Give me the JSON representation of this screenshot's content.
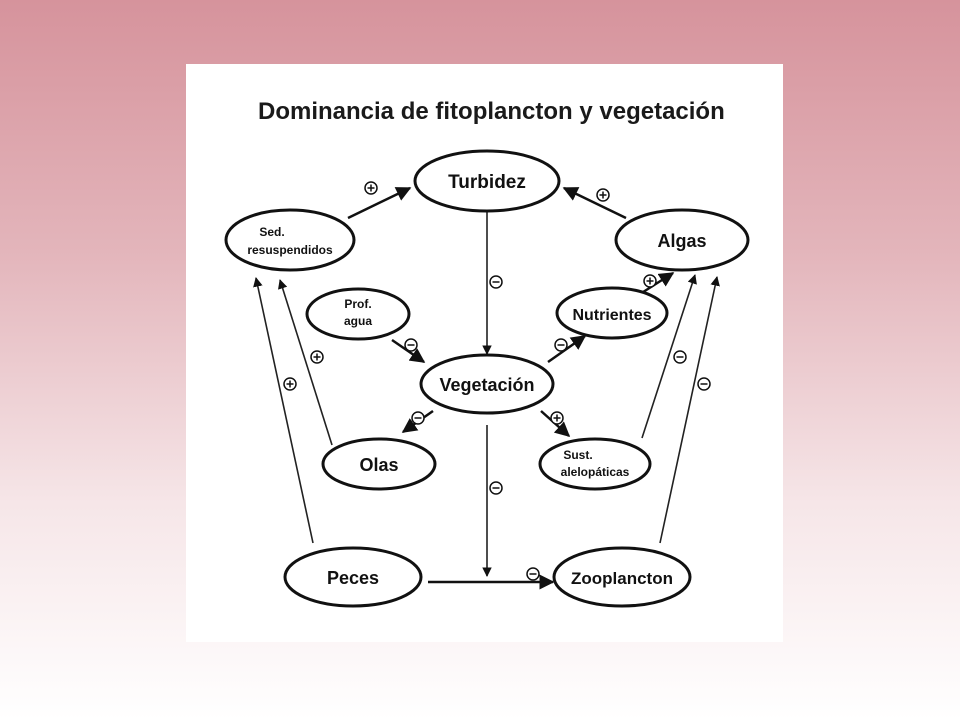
{
  "title": "Dominancia de fitoplancton y vegetación",
  "nodes": {
    "turbidez": "Turbidez",
    "sed_line1": "Sed.",
    "sed_line2": "resuspendidos",
    "algas": "Algas",
    "prof_line1": "Prof.",
    "prof_line2": "agua",
    "nutrientes": "Nutrientes",
    "vegetacion": "Vegetación",
    "olas": "Olas",
    "sust_line1": "Sust.",
    "sust_line2": "alelopáticas",
    "peces": "Peces",
    "zooplancton": "Zooplancton"
  },
  "signs": {
    "positive": "+",
    "negative": "−"
  }
}
